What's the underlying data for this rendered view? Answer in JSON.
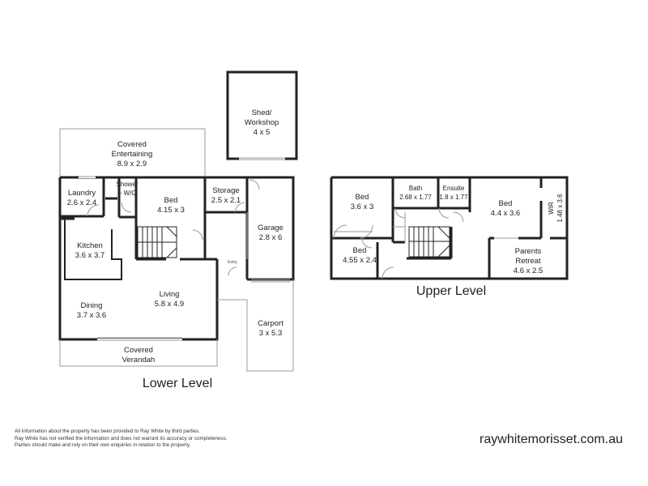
{
  "levels": {
    "lower": "Lower Level",
    "upper": "Upper Level"
  },
  "rooms": {
    "shed": {
      "name_line1": "Shed/",
      "name_line2": "Workshop",
      "dims": "4 x 5"
    },
    "covered_entertaining": {
      "name": "Covered",
      "name_line2": "Entertaining",
      "dims": "8.9 x 2.9"
    },
    "laundry": {
      "name": "Laundry",
      "dims": "2.6 x 2.4"
    },
    "shower": {
      "name": "Shower",
      "name_line2": "+ W/C"
    },
    "bed_lower": {
      "name": "Bed",
      "dims": "4.15 x 3"
    },
    "storage": {
      "name": "Storage",
      "dims": "2.5 x 2.1"
    },
    "garage": {
      "name": "Garage",
      "dims": "2.8 x 6"
    },
    "kitchen": {
      "name": "Kitchen",
      "dims": "3.6 x 3.7"
    },
    "entry": {
      "name": "Entry"
    },
    "dining": {
      "name": "Dining",
      "dims": "3.7 x 3.6"
    },
    "living": {
      "name": "Living",
      "dims": "5.8 x 4.9"
    },
    "carport": {
      "name": "Carport",
      "dims": "3 x 5.3"
    },
    "covered_verandah": {
      "name": "Covered",
      "name_line2": "Verandah"
    },
    "bed_upper_1": {
      "name": "Bed",
      "dims": "3.6 x 3"
    },
    "bath": {
      "name": "Bath",
      "dims": "2.68 x 1.77"
    },
    "ensuite": {
      "name": "Ensuite",
      "dims": "1.8 x 1.77"
    },
    "bed_upper_2": {
      "name": "Bed",
      "dims": "4.4 x 3.6"
    },
    "wir": {
      "name": "WIR",
      "dims": "1.48 x 3.6"
    },
    "bed_upper_3": {
      "name": "Bed",
      "dims": "4.55 x 2.4"
    },
    "parents_retreat": {
      "name": "Parents",
      "name_line2": "Retreat",
      "dims": "4.6 x 2.5"
    }
  },
  "footer": {
    "disclaimer_1": "All information about the property has been provided to Ray White by third parties.",
    "disclaimer_2": "Ray White has not verified the information and does not warrant its accuracy or completeness.",
    "disclaimer_3": "Parties should make and rely on their own enquiries in relation to the property.",
    "website": "raywhitemorisset.com.au"
  },
  "colors": {
    "wall": "#222222",
    "thin_line": "#999999",
    "background": "#ffffff"
  }
}
